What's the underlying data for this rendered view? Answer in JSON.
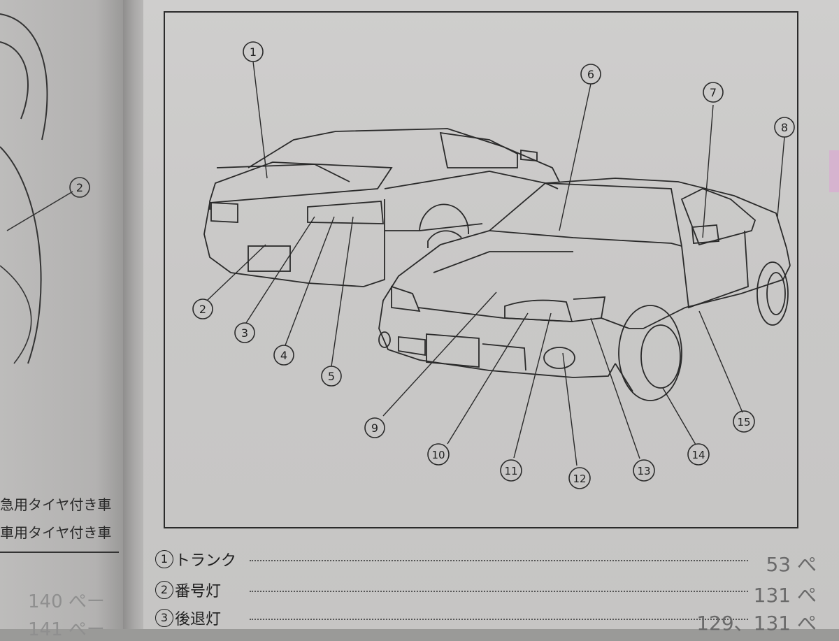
{
  "callouts": [
    "1",
    "2",
    "3",
    "4",
    "5",
    "6",
    "7",
    "8",
    "9",
    "10",
    "11",
    "12",
    "13",
    "14",
    "15"
  ],
  "list": [
    {
      "num": "1",
      "label": "トランク",
      "page": "53 ぺ"
    },
    {
      "num": "2",
      "label": "番号灯",
      "page": "131 ぺ"
    },
    {
      "num": "3",
      "label": "後退灯",
      "page": "129、131 ぺ"
    }
  ],
  "left_page": {
    "callout": "2",
    "line1": "急用タイヤ付き車",
    "line2": "車用タイヤ付き車",
    "page1": "140 ぺー",
    "page2": "141 ぺー"
  }
}
